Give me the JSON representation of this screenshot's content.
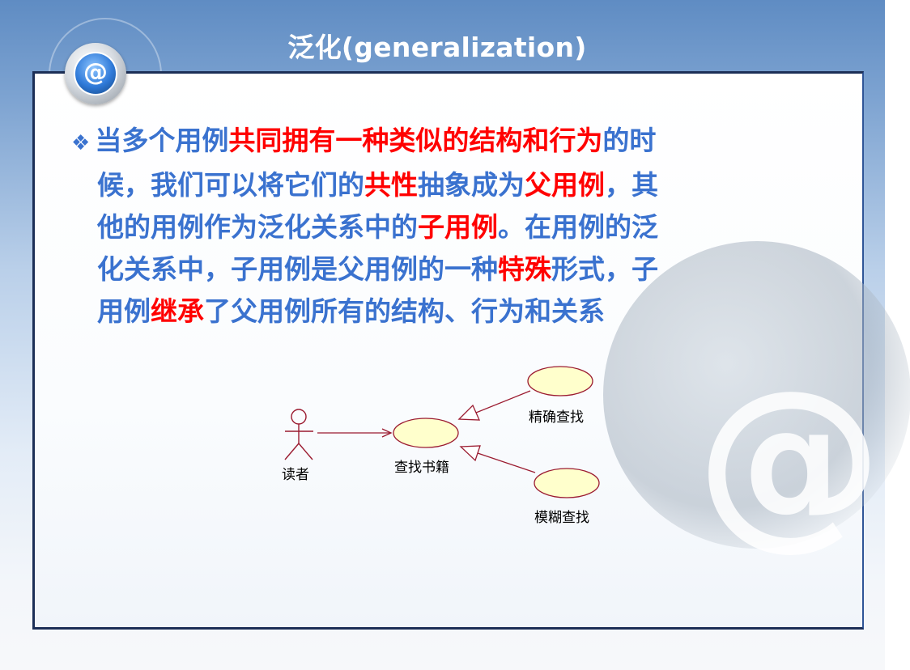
{
  "title": "泛化(generalization)",
  "logo_symbol": "@",
  "background_symbol": "@",
  "paragraph": {
    "bullet": "❖",
    "lines": [
      [
        {
          "text": "当多个用例",
          "highlight": false
        },
        {
          "text": "共同拥有一种类似的结构和行为",
          "highlight": true
        },
        {
          "text": "的时",
          "highlight": false
        }
      ],
      [
        {
          "text": "候，我们可以将它们的",
          "highlight": false
        },
        {
          "text": "共性",
          "highlight": true
        },
        {
          "text": "抽象成为",
          "highlight": false
        },
        {
          "text": "父用例",
          "highlight": true
        },
        {
          "text": "，其",
          "highlight": false
        }
      ],
      [
        {
          "text": "他的用例作为泛化关系中的",
          "highlight": false
        },
        {
          "text": "子用例",
          "highlight": true
        },
        {
          "text": "。在用例的泛",
          "highlight": false
        }
      ],
      [
        {
          "text": "化关系中，子用例是父用例的一种",
          "highlight": false
        },
        {
          "text": "特殊",
          "highlight": true
        },
        {
          "text": "形式，子",
          "highlight": false
        }
      ],
      [
        {
          "text": "用例",
          "highlight": false
        },
        {
          "text": "继承",
          "highlight": true
        },
        {
          "text": "了父用例所有的结构、行为和关系",
          "highlight": false
        }
      ]
    ]
  },
  "diagram": {
    "actor": "读者",
    "parent_use_case": "查找书籍",
    "child_use_cases": [
      "精确查找",
      "模糊查找"
    ]
  },
  "colors": {
    "body_text": "#3a72cf",
    "highlight": "#ff0000",
    "use_case_fill": "#ffffcc",
    "association_line": "#9b1b30",
    "frame_border": "#1c2f57"
  }
}
